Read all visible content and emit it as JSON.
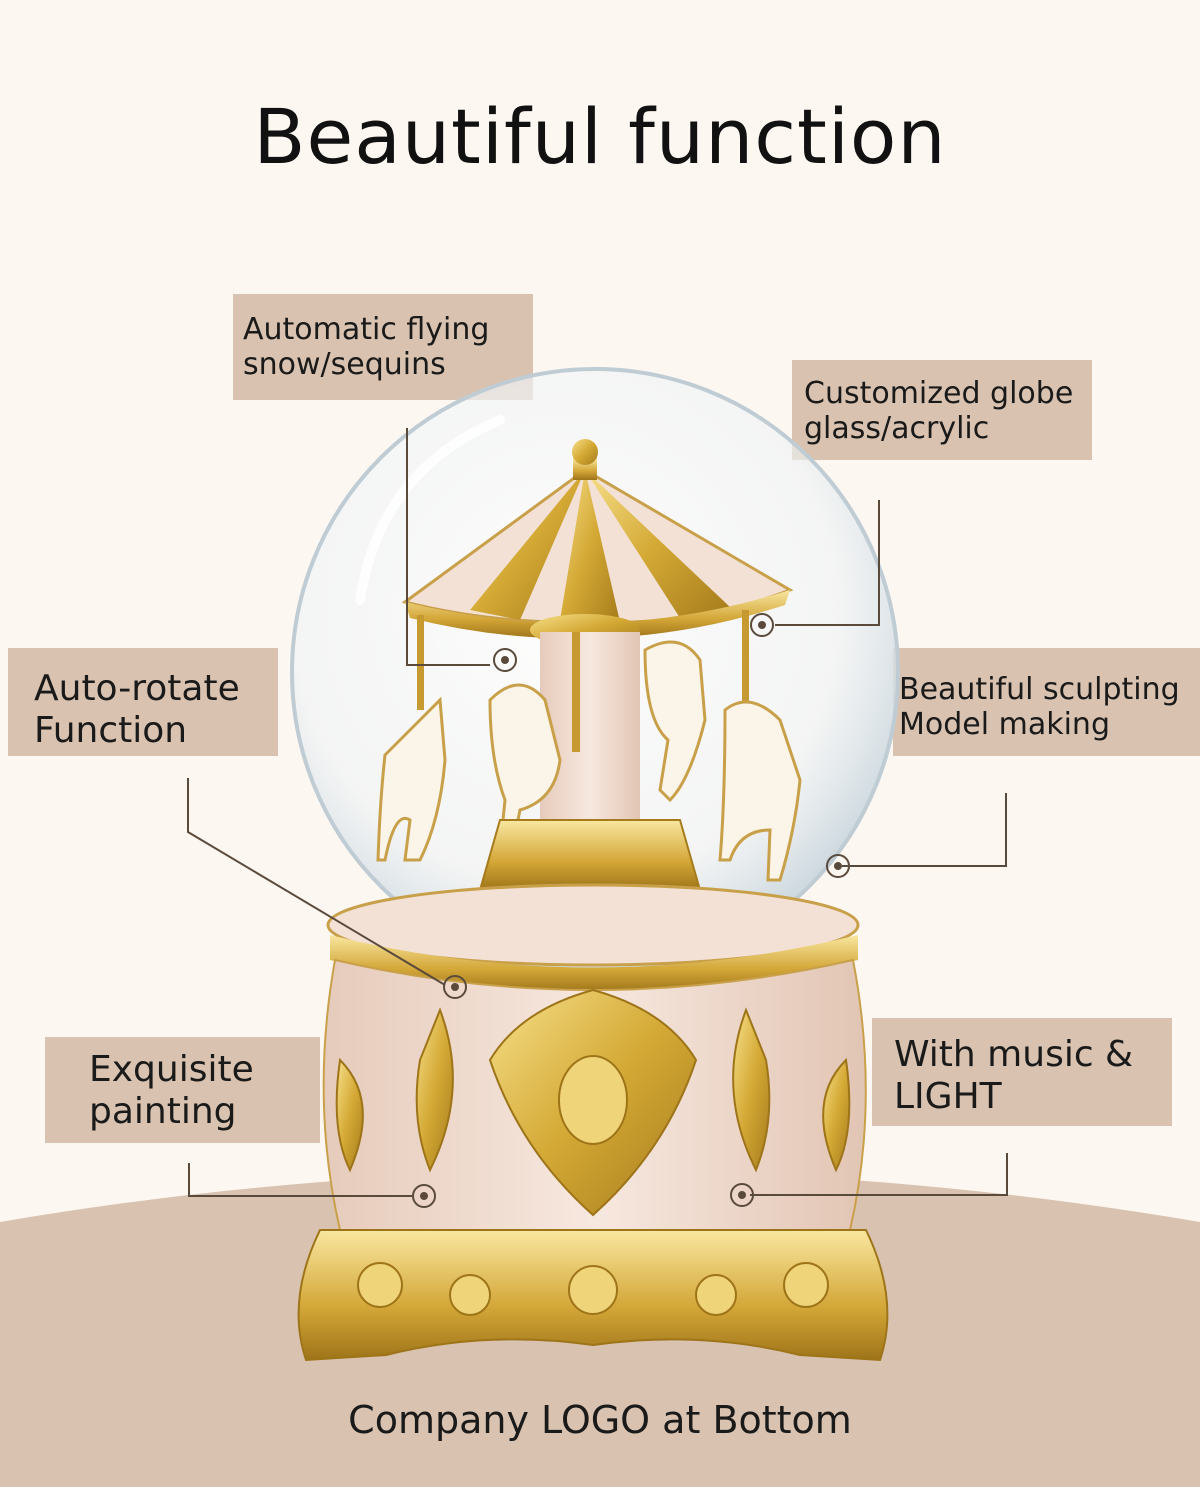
{
  "title": "Beautiful function",
  "callouts": {
    "snow": {
      "line1": "Automatic flying",
      "line2": "snow/sequins"
    },
    "globe": {
      "line1": "Customized globe",
      "line2": "glass/acrylic"
    },
    "rotate": {
      "line1": "Auto-rotate",
      "line2": "Function"
    },
    "sculpt": {
      "line1": "Beautiful sculpting",
      "line2": "Model making"
    },
    "paint": {
      "line1": "Exquisite",
      "line2": "painting"
    },
    "music": {
      "line1": "With music &",
      "line2": "LIGHT"
    }
  },
  "footer": "Company LOGO at Bottom",
  "colors": {
    "callout_box": "#d9c3b0",
    "bottom_band": "#d9c3b0",
    "background": "#fdf7f2",
    "gold": "#d8b447",
    "pink_enamel": "#f3e1d6",
    "leader_line": "#5a4a3c"
  },
  "image": {
    "subject": "carousel-snow-globe-music-box"
  }
}
